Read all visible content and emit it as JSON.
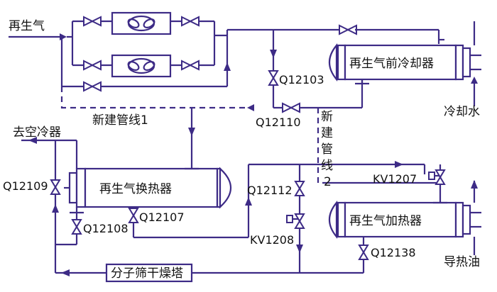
{
  "labels": {
    "regen_gas_in": "再生气",
    "to_air_cooler": "去空冷器",
    "cooling_water": "冷却水",
    "heat_oil": "导热油",
    "new_pipe_1": "新建管线1",
    "new_pipe_2_chars": [
      "新",
      "建",
      "管",
      "线",
      "2"
    ]
  },
  "equipment": {
    "pre_cooler": "再生气前冷却器",
    "heat_exchanger": "再生气换热器",
    "heater": "再生气加热器",
    "dryer": "分子筛干燥塔"
  },
  "valves": {
    "q12103": "Q12103",
    "q12110": "Q12110",
    "q12109": "Q12109",
    "q12112": "Q12112",
    "q12107": "Q12107",
    "q12108": "Q12108",
    "kv1208": "KV1208",
    "kv1207": "KV1207",
    "q12138": "Q12138"
  }
}
